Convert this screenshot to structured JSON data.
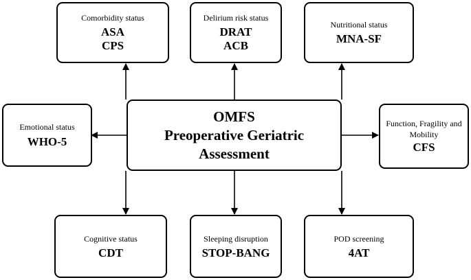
{
  "center": {
    "title_line1": "OMFS",
    "title_line2": "Preoperative Geriatric Assessment"
  },
  "comorbidity": {
    "label": "Comorbidity status",
    "scores": [
      "ASA",
      "CPS"
    ]
  },
  "delirium": {
    "label": "Delirium risk status",
    "scores": [
      "DRAT",
      "ACB"
    ]
  },
  "nutritional": {
    "label": "Nutritional status",
    "scores": [
      "MNA-SF"
    ]
  },
  "emotional": {
    "label": "Emotional status",
    "scores": [
      "WHO-5"
    ]
  },
  "function": {
    "label_line1": "Function, Fragility and",
    "label_line2": "Mobility",
    "scores": [
      "CFS"
    ]
  },
  "cognitive": {
    "label": "Cognitive status",
    "scores": [
      "CDT"
    ]
  },
  "sleeping": {
    "label": "Sleeping disruption",
    "scores": [
      "STOP-BANG"
    ]
  },
  "pod": {
    "label": "POD screening",
    "scores": [
      "4AT"
    ]
  }
}
